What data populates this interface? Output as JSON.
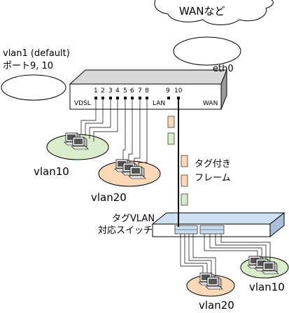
{
  "cloud_label": "WANなど",
  "vlan1_label_line1": "vlan1 (default)",
  "vlan1_label_line2": "ポート9, 10",
  "router": {
    "left_label": "VDSL",
    "port_numbers": [
      "1",
      "2",
      "3",
      "4",
      "5",
      "6",
      "7",
      "8",
      "9",
      "10"
    ],
    "lan_label": "LAN",
    "wan_label": "WAN",
    "eth0_label": "eth0"
  },
  "tagged_frame_line1": "タグ付き",
  "tagged_frame_line2": "フレーム",
  "switch_line1": "タグVLAN",
  "switch_line2": "対応スイッチ",
  "groups": {
    "vlan10_top": "vlan10",
    "vlan20_top": "vlan20",
    "vlan20_bottom": "vlan20",
    "vlan10_bottom": "vlan10"
  },
  "colors": {
    "green": "#d9edcc",
    "orange": "#fbd9b8",
    "switch_blue": "#c9dcf0"
  }
}
